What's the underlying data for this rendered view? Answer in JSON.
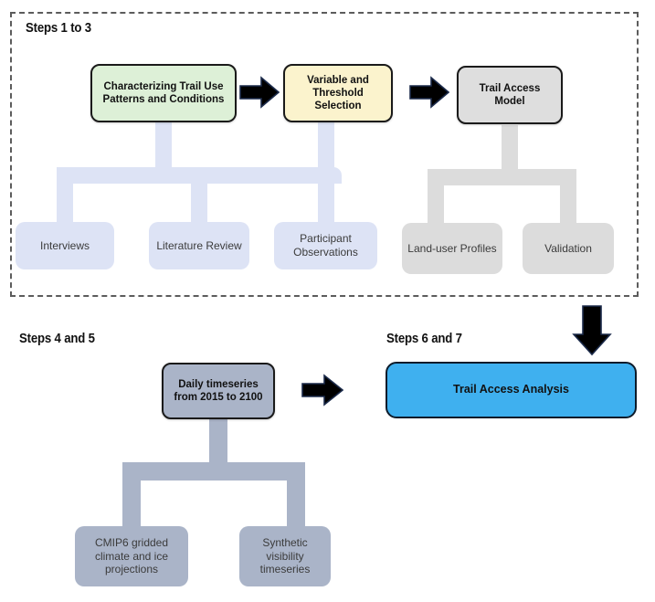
{
  "diagram": {
    "title_sections": [
      {
        "id": "steps-1-3",
        "label": "Steps 1 to 3"
      },
      {
        "id": "steps-4-5",
        "label": "Steps 4 and 5"
      },
      {
        "id": "steps-6-7",
        "label": "Steps 6 and 7"
      }
    ],
    "colors": {
      "green_box": "#ddf0d7",
      "yellow_box": "#fbf3cd",
      "grey_box": "#dedede",
      "steel_box": "#aab4c8",
      "blue_box": "#3fb0ef",
      "lavender_leaf": "#dde3f5",
      "grey_leaf": "#dcdcdc",
      "border_dark": "#1a1a1a",
      "dashed_border": "#5c5c5c",
      "arrow_black": "#000000"
    },
    "nodes": {
      "characterizing": "Characterizing Trail Use Patterns and Conditions",
      "variable_threshold": "Variable and Threshold Selection",
      "trail_access_model": "Trail Access Model",
      "interviews": "Interviews",
      "literature_review": "Literature Review",
      "participant_observations": "Participant Observations",
      "land_user_profiles": "Land-user Profiles",
      "validation": "Validation",
      "daily_timeseries": "Daily timeseries from 2015 to 2100",
      "cmip6": "CMIP6 gridded climate and ice projections",
      "synthetic_visibility": "Synthetic visibility timeseries",
      "trail_access_analysis": "Trail Access Analysis"
    },
    "arrows": [
      {
        "id": "arrow-characterizing-to-variable",
        "direction": "right"
      },
      {
        "id": "arrow-variable-to-model",
        "direction": "right"
      },
      {
        "id": "arrow-group1-to-analysis",
        "direction": "down"
      },
      {
        "id": "arrow-timeseries-to-analysis",
        "direction": "right"
      }
    ]
  }
}
